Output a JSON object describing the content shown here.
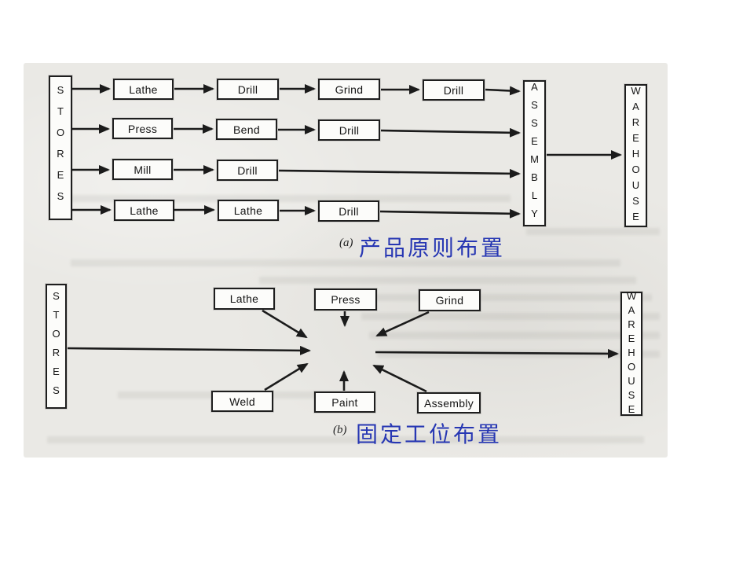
{
  "colors": {
    "page_background": "#ffffff",
    "scan_background": "#eae9e5",
    "line": "#1b1b1b",
    "box_fill": "#fcfcfa",
    "caption_blue": "#2737b3"
  },
  "diagram_a": {
    "stores_label": "STORES",
    "assembly_label": "ASSEMBLY",
    "warehouse_label": "WAREHOUSE",
    "rows": [
      {
        "boxes": [
          "Lathe",
          "Drill",
          "Grind",
          "Drill"
        ]
      },
      {
        "boxes": [
          "Press",
          "Bend",
          "Drill"
        ]
      },
      {
        "boxes": [
          "Mill",
          "Drill"
        ]
      },
      {
        "boxes": [
          "Lathe",
          "Lathe",
          "Drill"
        ]
      }
    ],
    "caption_index": "(a)",
    "caption_text": "产品原则布置"
  },
  "diagram_b": {
    "stores_label": "STORES",
    "warehouse_label": "WAREHOUSE",
    "stations": [
      "Lathe",
      "Press",
      "Grind",
      "Weld",
      "Paint",
      "Assembly"
    ],
    "caption_index": "(b)",
    "caption_text": "固定工位布置"
  }
}
